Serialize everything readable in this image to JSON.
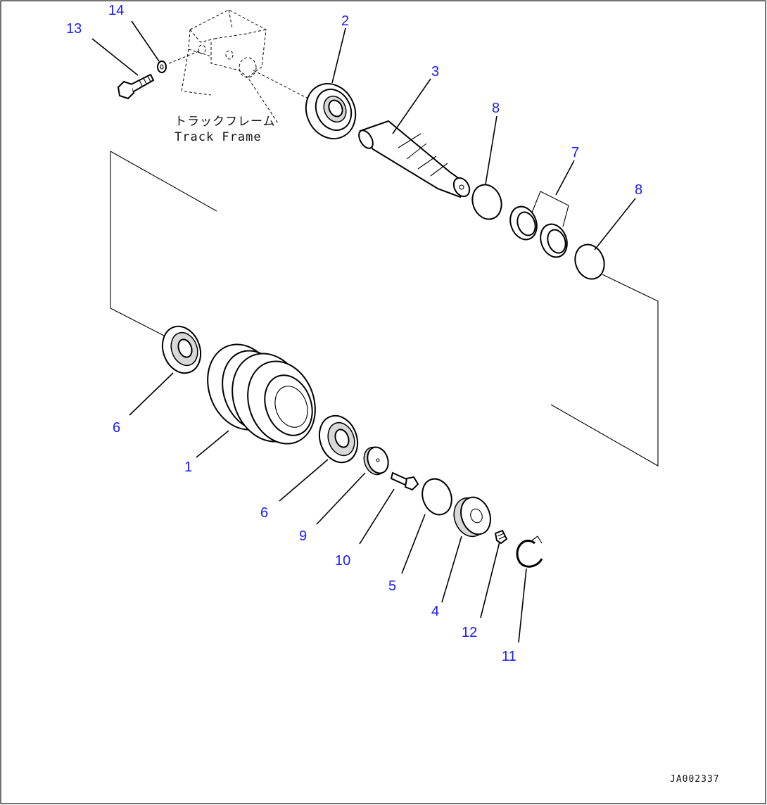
{
  "frame_label": {
    "japanese": "トラックフレーム",
    "english": "Track Frame"
  },
  "callouts": [
    "1",
    "2",
    "3",
    "4",
    "5",
    "6",
    "6",
    "7",
    "8",
    "8",
    "9",
    "10",
    "11",
    "12",
    "13",
    "14"
  ],
  "doc_id": "JA002337"
}
